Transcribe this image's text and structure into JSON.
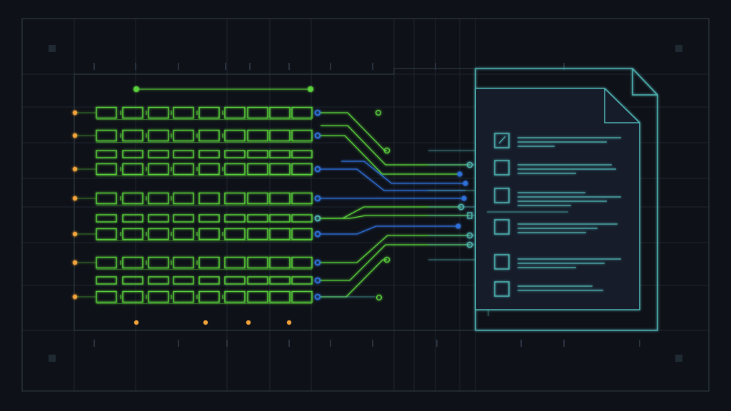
{
  "colors": {
    "background": "#0f1118",
    "frame": "#2b3a3f",
    "grid": "#1d2530",
    "green": "#5ad13a",
    "blue": "#2f6fd8",
    "teal": "#4fb3b3",
    "orange": "#f2a33a",
    "tick_text": "#3e4452",
    "doc_fill": "#141a2a"
  },
  "icons": {
    "document": "document-icon",
    "checkbox": "checkbox-icon"
  },
  "rows": [
    {
      "cells": 9,
      "marks": [
        1,
        2,
        3,
        4,
        5
      ],
      "port": "blue",
      "left_dot": true
    },
    {
      "cells": 9,
      "marks": [
        1,
        2,
        3,
        4,
        5
      ],
      "port": "blue",
      "left_dot": true
    },
    {
      "cells": 9,
      "marks": [],
      "port": "none",
      "left_dot": false
    },
    {
      "cells": 9,
      "marks": [
        1,
        2,
        3,
        4,
        5
      ],
      "port": "blue",
      "left_dot": true
    },
    {
      "cells": 9,
      "marks": [
        1,
        2,
        3
      ],
      "port": "blue",
      "left_dot": true
    },
    {
      "cells": 9,
      "marks": [],
      "port": "teal",
      "left_dot": false
    },
    {
      "cells": 9,
      "marks": [
        1,
        2,
        3,
        4,
        5
      ],
      "port": "blue",
      "left_dot": true
    },
    {
      "cells": 9,
      "marks": [
        1,
        2,
        3,
        4
      ],
      "port": "blue",
      "left_dot": true
    },
    {
      "cells": 9,
      "marks": [],
      "port": "blue",
      "left_dot": false
    },
    {
      "cells": 9,
      "marks": [
        1,
        2,
        3,
        4,
        5
      ],
      "port": "blue",
      "left_dot": true
    }
  ],
  "document": {
    "checkboxes": [
      {
        "checked": true,
        "lines": 3
      },
      {
        "checked": false,
        "lines": 3
      },
      {
        "checked": false,
        "lines": 4
      },
      {
        "checked": false,
        "lines": 4
      },
      {
        "checked": false,
        "lines": 3
      },
      {
        "checked": false,
        "lines": 2
      }
    ]
  }
}
